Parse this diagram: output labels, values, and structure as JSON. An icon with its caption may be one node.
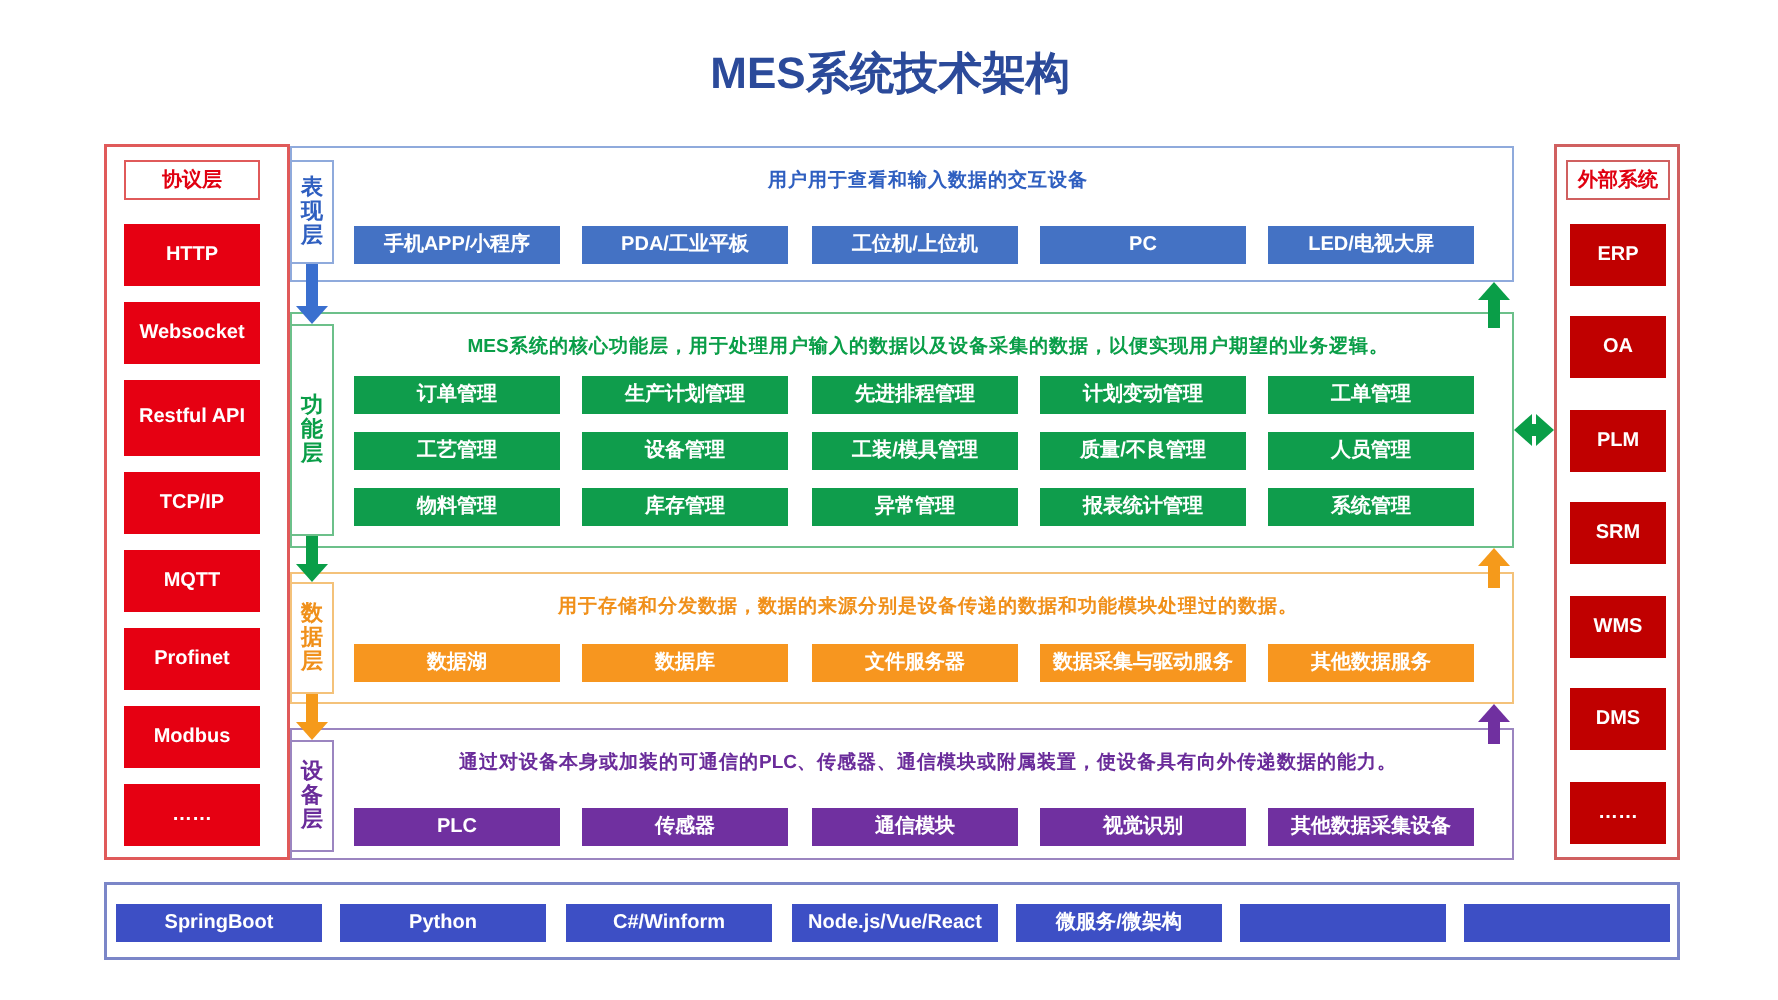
{
  "diagram": {
    "title": "MES系统技术架构",
    "nodes": [
      {
        "text": [],
        "shape": "box"
      },
      {
        "text": [
          "协议层"
        ],
        "in": 0
      },
      {
        "text": [
          "HTTP"
        ],
        "in": 0
      },
      {
        "text": [
          "Websocket"
        ],
        "in": 0
      },
      {
        "text": [
          "Restful API"
        ],
        "in": 0
      },
      {
        "text": [
          "TCP/IP"
        ],
        "in": 0
      },
      {
        "text": [
          "MQTT"
        ],
        "in": 0
      },
      {
        "text": [
          "Profinet"
        ],
        "in": 0
      },
      {
        "text": [
          "Modbus"
        ],
        "in": 0
      },
      {
        "text": [
          "……"
        ],
        "in": 0
      },
      {
        "text": [
          "用户用于查看和输入数据的交互设备"
        ]
      },
      {
        "text": [
          "表现层"
        ],
        "in": 10
      },
      {
        "text": [
          "手机APP/小程序"
        ],
        "in": 10
      },
      {
        "text": [
          "PDA/工业平板"
        ],
        "in": 10
      },
      {
        "text": [
          "工位机/上位机"
        ],
        "in": 10
      },
      {
        "text": [
          "PC"
        ],
        "in": 10
      },
      {
        "text": [
          "LED/电视大屏"
        ],
        "in": 10
      },
      {
        "text": [
          "MES系统的核心功能层，用于处理用户输入的数据以及设备采集的数据，以便实现用户期望的业务逻辑。"
        ]
      },
      {
        "text": [
          "功能层"
        ],
        "in": 17
      },
      {
        "text": [
          "订单管理"
        ],
        "in": 17
      },
      {
        "text": [
          "生产计划管理"
        ],
        "in": 17
      },
      {
        "text": [
          "先进排程管理"
        ],
        "in": 17
      },
      {
        "text": [
          "计划变动管理"
        ],
        "in": 17
      },
      {
        "text": [
          "工单管理"
        ],
        "in": 17
      },
      {
        "text": [
          "工艺管理"
        ],
        "in": 17
      },
      {
        "text": [
          "设备管理"
        ],
        "in": 17
      },
      {
        "text": [
          "工装/模具管理"
        ],
        "in": 17
      },
      {
        "text": [
          "质量/不良管理"
        ],
        "in": 17
      },
      {
        "text": [
          "人员管理"
        ],
        "in": 17
      },
      {
        "text": [
          "物料管理"
        ],
        "in": 17
      },
      {
        "text": [
          "库存管理"
        ],
        "in": 17
      },
      {
        "text": [
          "异常管理"
        ],
        "in": 17
      },
      {
        "text": [
          "报表统计管理"
        ],
        "in": 17
      },
      {
        "text": [
          "系统管理"
        ],
        "in": 17
      },
      {
        "text": [
          "用于存储和分发数据，数据的来源分别是设备传递的数据和功能模块处理过的数据。"
        ]
      },
      {
        "text": [
          "数据层"
        ],
        "in": 34
      },
      {
        "text": [
          "数据湖"
        ],
        "in": 34
      },
      {
        "text": [
          "数据库"
        ],
        "in": 34
      },
      {
        "text": [
          "文件服务器"
        ],
        "in": 34
      },
      {
        "text": [
          "数据采集与驱动服务"
        ],
        "in": 34
      },
      {
        "text": [
          "其他数据服务"
        ],
        "in": 34
      },
      {
        "text": [
          "通过对设备本身或加装的可通信的PLC、传感器、通信模块或附属装置，使设备具有向外传递数据的能力。"
        ]
      },
      {
        "text": [
          "设备层"
        ],
        "in": 41
      },
      {
        "text": [
          "PLC"
        ],
        "in": 41
      },
      {
        "text": [
          "传感器"
        ],
        "in": 41
      },
      {
        "text": [
          "通信模块"
        ],
        "in": 41
      },
      {
        "text": [
          "视觉识别"
        ],
        "in": 41
      },
      {
        "text": [
          "其他数据采集设备"
        ],
        "in": 41
      },
      {
        "text": [],
        "shape": "box"
      },
      {
        "text": [
          "外部系统"
        ],
        "in": 48
      },
      {
        "text": [
          "ERP"
        ],
        "in": 48
      },
      {
        "text": [
          "OA"
        ],
        "in": 48
      },
      {
        "text": [
          "PLM"
        ],
        "in": 48
      },
      {
        "text": [
          "SRM"
        ],
        "in": 48
      },
      {
        "text": [
          "WMS"
        ],
        "in": 48
      },
      {
        "text": [
          "DMS"
        ],
        "in": 48
      },
      {
        "text": [
          "……"
        ],
        "in": 48
      },
      {
        "text": [],
        "shape": "box"
      },
      {
        "text": [
          "SpringBoot"
        ],
        "in": 57
      },
      {
        "text": [
          "Python"
        ],
        "in": 57
      },
      {
        "text": [
          "C#/Winform"
        ],
        "in": 57
      },
      {
        "text": [
          "Node.js/Vue/React"
        ],
        "in": 57
      },
      {
        "text": [
          "微服务/微架构"
        ],
        "in": 57
      },
      {
        "text": [],
        "shape": "box",
        "in": 57
      },
      {
        "text": [],
        "shape": "box",
        "in": 57
      }
    ],
    "edges": [
      {
        "from": 11,
        "to": 18,
        "arrow": "to",
        "color": "#3a6fcf"
      },
      {
        "from": 18,
        "to": 35,
        "arrow": "to",
        "color": "#0a9e48"
      },
      {
        "from": 35,
        "to": 42,
        "arrow": "to",
        "color": "#f59a1b"
      },
      {
        "from": 41,
        "to": 34,
        "arrow": "to",
        "color": "#7030a0"
      },
      {
        "from": 34,
        "to": 17,
        "arrow": "to",
        "color": "#f59a1b"
      },
      {
        "from": 17,
        "to": 10,
        "arrow": "to",
        "color": "#0a9e48"
      },
      {
        "from": 17,
        "to": 48,
        "arrow": "both",
        "color": "#0a9e48"
      }
    ]
  }
}
